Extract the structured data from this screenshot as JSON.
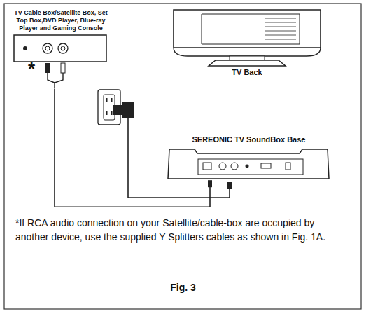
{
  "diagram": {
    "caption": "Fig. 3",
    "nodes": [
      {
        "text": [
          "TV Cable Box/Satellite Box, Set Top Box,DVD Player, Blue-ray Player and Gaming Console"
        ]
      },
      {
        "text": [
          "TV Back"
        ]
      },
      {
        "text": [
          "SEREONIC TV SoundBox Base"
        ]
      }
    ],
    "edges": [
      {
        "from": 0,
        "to": 2,
        "arrow": "none"
      }
    ],
    "labels": [
      "*",
      "*If RCA audio connection on your Satellite/cable-box are occupied by another device, use the supplied Y Splitters cables as shown in Fig. 1A."
    ]
  }
}
